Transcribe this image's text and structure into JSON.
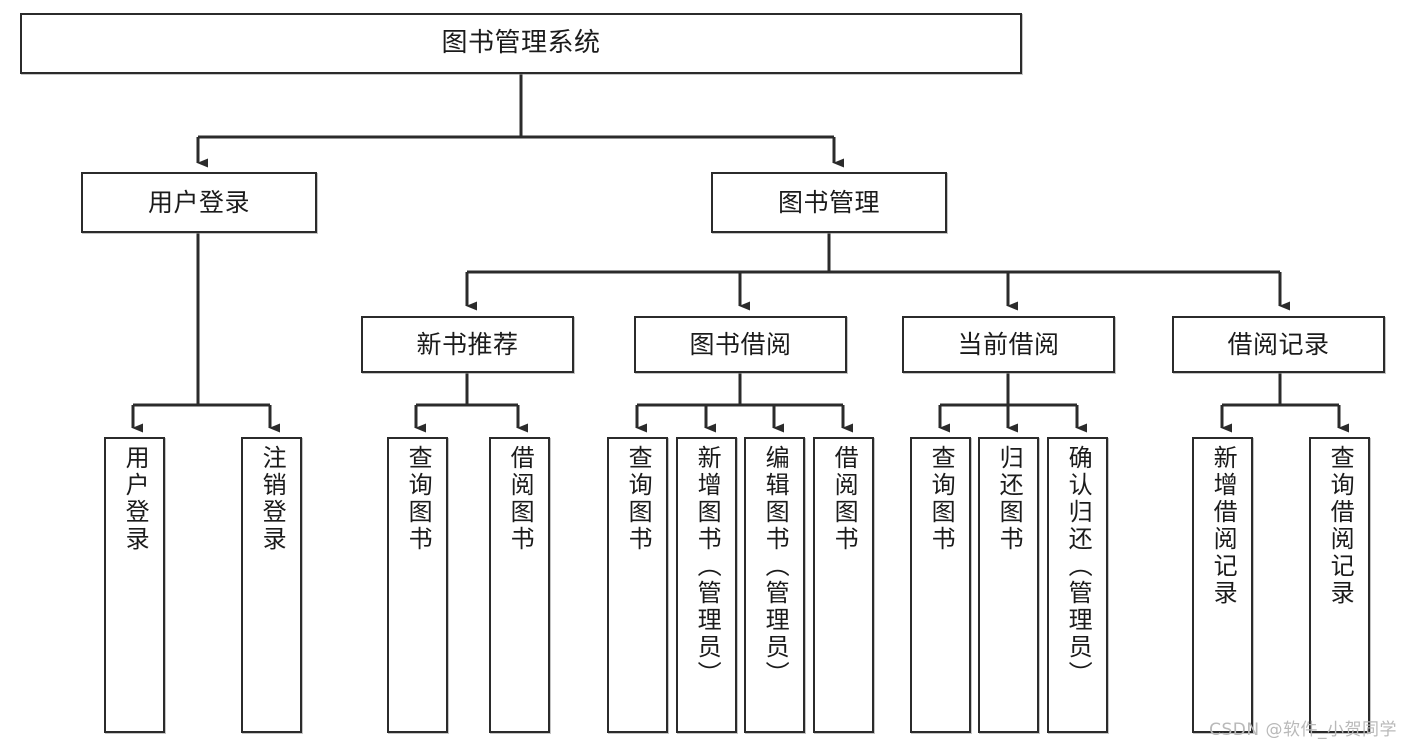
{
  "diagram": {
    "type": "tree",
    "title": "图书管理系统",
    "orientation": "top-down",
    "colors": {
      "box_border": "#2b2b2b",
      "box_fill": "#ffffff",
      "edge": "#2b2b2b",
      "text": "#1b1b1b",
      "watermark": "#b9b9b9",
      "background": "#ffffff"
    }
  },
  "root": {
    "label": "图书管理系统"
  },
  "level1": [
    {
      "label": "用户登录"
    },
    {
      "label": "图书管理"
    }
  ],
  "level2": [
    {
      "label": "新书推荐"
    },
    {
      "label": "图书借阅"
    },
    {
      "label": "当前借阅"
    },
    {
      "label": "借阅记录"
    }
  ],
  "leaves": {
    "user_login": [
      {
        "label": "用户登录"
      },
      {
        "label": "注销登录"
      }
    ],
    "new_book_recommend": [
      {
        "label": "查询图书"
      },
      {
        "label": "借阅图书"
      }
    ],
    "book_borrow": [
      {
        "label": "查询图书"
      },
      {
        "label": "新增图书（管理员）"
      },
      {
        "label": "编辑图书（管理员）"
      },
      {
        "label": "借阅图书"
      }
    ],
    "current_borrow": [
      {
        "label": "查询图书"
      },
      {
        "label": "归还图书"
      },
      {
        "label": "确认归还（管理员）"
      }
    ],
    "borrow_record": [
      {
        "label": "新增借阅记录"
      },
      {
        "label": "查询借阅记录"
      }
    ]
  },
  "watermark": {
    "text": "CSDN @软件_小贺同学"
  }
}
